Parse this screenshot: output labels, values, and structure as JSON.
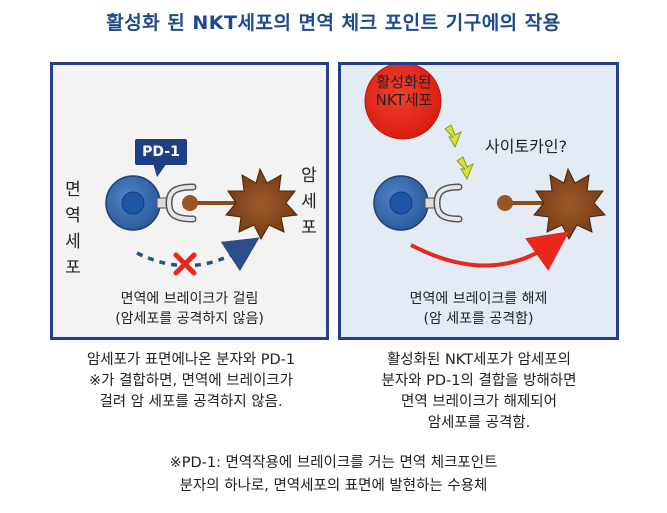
{
  "title": "활성화 된 NKT세포의 면역 체크 포인트 기구에의 작용",
  "left_panel": {
    "immune_cell_label": [
      "면",
      "역",
      "세",
      "포"
    ],
    "cancer_cell_label": [
      "암",
      "세",
      "포"
    ],
    "pd1_label": "PD-1",
    "caption_line1": "면역에 브레이크가 걸림",
    "caption_line2": "(암세포를 공격하지 않음)"
  },
  "right_panel": {
    "activated_label_line1": "활성화된",
    "activated_label_line2": "NKT세포",
    "cytokine_label": "사이토카인?",
    "caption_line1": "면역에 브레이크를 해제",
    "caption_line2": "(암 세포를 공격함)"
  },
  "left_description": {
    "line1": "암세포가 표면에나온 분자와 PD-1",
    "line2": "※가 결합하면, 면역에 브레이크가",
    "line3": "걸려 암 세포를 공격하지 않음."
  },
  "right_description": {
    "line1": "활성화된 NKT세포가 암세포의",
    "line2": "분자와 PD-1의 결합을 방해하면",
    "line3": "면역 브레이크가 해제되어",
    "line4": "암세포를 공격함."
  },
  "footnote": {
    "line1": "※PD-1: 면역작용에 브레이크를 거는 면역 체크포인트",
    "line2": "분자의 하나로, 면역세포의 표면에 발현하는 수용체"
  },
  "colors": {
    "title": "#1e4a8c",
    "panel_border": "#243f8f",
    "immune_cell": "#3a6fb5",
    "cancer_cell": "#8a4a1c",
    "activated_cell": "#e8281e",
    "attack_arrow": "#e8281e",
    "cross": "#e8281e",
    "cytokine_arrow": "#d6e23a"
  }
}
